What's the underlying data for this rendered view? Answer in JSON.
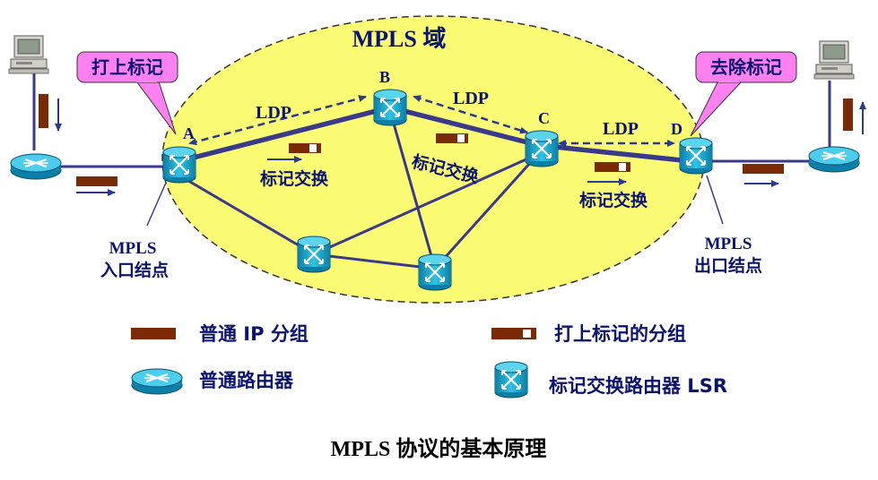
{
  "domain_title": "MPLS 域",
  "callouts": {
    "ingress_label": "打上标记",
    "egress_label": "去除标记"
  },
  "nodes": {
    "a": "A",
    "b": "B",
    "c": "C",
    "d": "D"
  },
  "links": {
    "ldp_ab": "LDP",
    "ldp_bc": "LDP",
    "ldp_cd": "LDP",
    "swap_ab": "标记交换",
    "swap_bc": "标记交换",
    "swap_cd": "标记交换"
  },
  "edge_nodes": {
    "ingress_line1": "MPLS",
    "ingress_line2": "入口结点",
    "egress_line1": "MPLS",
    "egress_line2": "出口结点"
  },
  "legend": {
    "plain_packet": "普通 IP 分组",
    "labeled_packet": "打上标记的分组",
    "plain_router": "普通路由器",
    "lsr": "标记交换路由器 LSR"
  },
  "caption": "MPLS 协议的基本原理",
  "colors": {
    "domain_fill": "#fbfb74",
    "link": "#3a3a8c",
    "packet": "#7a2a05",
    "router_body": "#1bb6d8",
    "callout_fill": "#ff80f0",
    "text_blue": "#0a1470"
  },
  "icons": [
    "computer-icon",
    "router-icon",
    "lsr-icon"
  ]
}
